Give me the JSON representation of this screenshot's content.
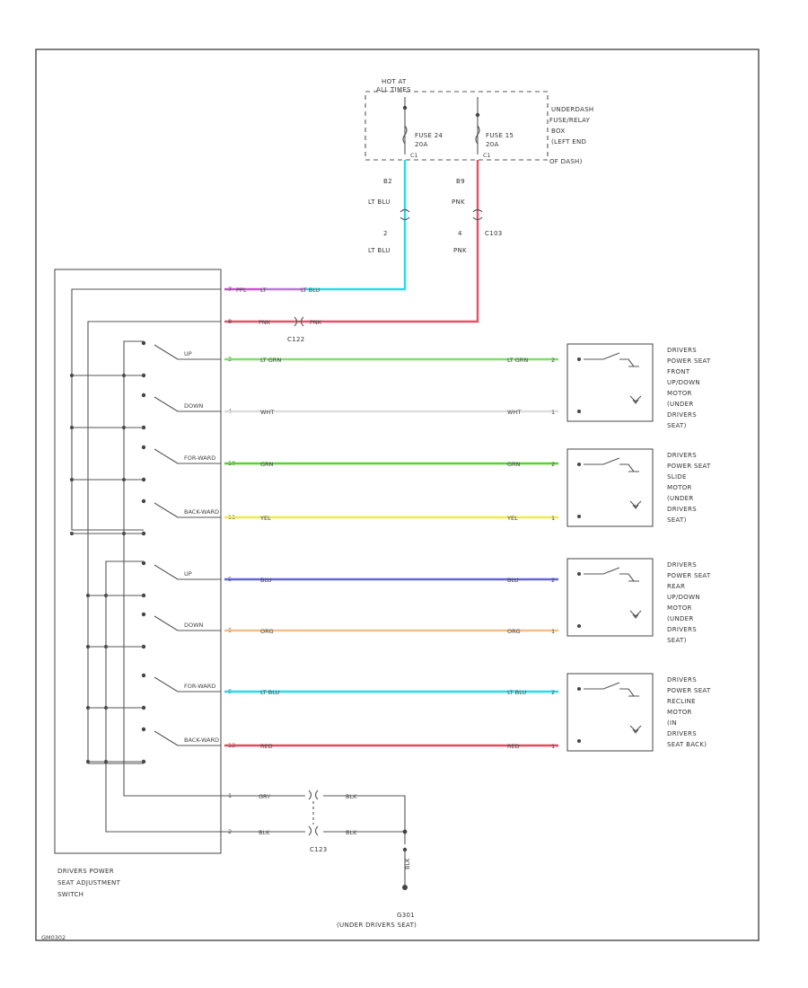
{
  "colors": {
    "lt_blu": "#22ddee",
    "pnk": "#e8506a",
    "ppl": "#d44adc",
    "lt_grn": "#7ee06a",
    "wht": "#dddddd",
    "grn": "#55d42c",
    "yel": "#eded4a",
    "blu": "#6464dc",
    "org": "#f0c08c",
    "red": "#e84860",
    "frame": "#555555"
  },
  "fuse_block": {
    "hot_label": "HOT AT",
    "hot_label2": "ALL TIMES",
    "name": [
      "UNDERDASH",
      "FUSE/RELAY",
      "BOX",
      "(LEFT END",
      "OF DASH)"
    ],
    "fuse_a": {
      "name": "FUSE 24",
      "amps": "20A",
      "pin": "C1"
    },
    "fuse_b": {
      "name": "FUSE 15",
      "amps": "20A",
      "pin": "C1"
    }
  },
  "feeds": {
    "left_pin": "B2",
    "left_color1": "LT BLU",
    "left_conn_pin": "2",
    "left_color2": "LT BLU",
    "right_pin": "B9",
    "right_color1": "PNK",
    "right_conn_pin": "4",
    "right_color2": "PNK",
    "connector": "C103"
  },
  "switch": {
    "name": [
      "DRIVERS POWER",
      "SEAT ADJUSTMENT",
      "SWITCH"
    ],
    "power_rows": [
      {
        "pin": "7",
        "w1": "PPL",
        "w2": "LT",
        "w3": "LT BLU"
      },
      {
        "pin": "8",
        "w1": "PNK",
        "w2": "PNK"
      }
    ],
    "connector_mid": "C122",
    "positions": [
      {
        "label": "UP",
        "pin": "3",
        "wire": "LT GRN",
        "motor_pin": "2"
      },
      {
        "label": "DOWN",
        "pin": "4",
        "wire": "WHT",
        "motor_pin": "1"
      },
      {
        "label": "FOR-WARD",
        "pin": "10",
        "wire": "GRN",
        "motor_pin": "2"
      },
      {
        "label": "BACK-WARD",
        "pin": "11",
        "wire": "YEL",
        "motor_pin": "1"
      },
      {
        "label": "UP",
        "pin": "5",
        "wire": "BLU",
        "motor_pin": "2"
      },
      {
        "label": "DOWN",
        "pin": "6",
        "wire": "ORG",
        "motor_pin": "1"
      },
      {
        "label": "FOR-WARD",
        "pin": "9",
        "wire": "LT BLU",
        "motor_pin": "2"
      },
      {
        "label": "BACK-WARD",
        "pin": "12",
        "wire": "RED",
        "motor_pin": "1"
      }
    ],
    "ground_rows": [
      {
        "pin": "1",
        "w1": "GRY",
        "w2": "BLK"
      },
      {
        "pin": "2",
        "w1": "BLK",
        "w2": "BLK"
      }
    ],
    "ground_connector": "C123",
    "ground_wire": "BLK"
  },
  "motors": [
    [
      "DRIVERS",
      "POWER SEAT",
      "FRONT",
      "UP/DOWN",
      "MOTOR",
      "(UNDER",
      "DRIVERS",
      "SEAT)"
    ],
    [
      "DRIVERS",
      "POWER SEAT",
      "SLIDE",
      "MOTOR",
      "(UNDER",
      "DRIVERS",
      "SEAT)"
    ],
    [
      "DRIVERS",
      "POWER SEAT",
      "REAR",
      "UP/DOWN",
      "MOTOR",
      "(UNDER",
      "DRIVERS",
      "SEAT)"
    ],
    [
      "DRIVERS",
      "POWER SEAT",
      "RECLINE",
      "MOTOR",
      "(IN",
      "DRIVERS",
      "SEAT BACK)"
    ]
  ],
  "ground": {
    "name": "G301",
    "location": "(UNDER DRIVERS SEAT)"
  },
  "footer_code": "GM0302"
}
